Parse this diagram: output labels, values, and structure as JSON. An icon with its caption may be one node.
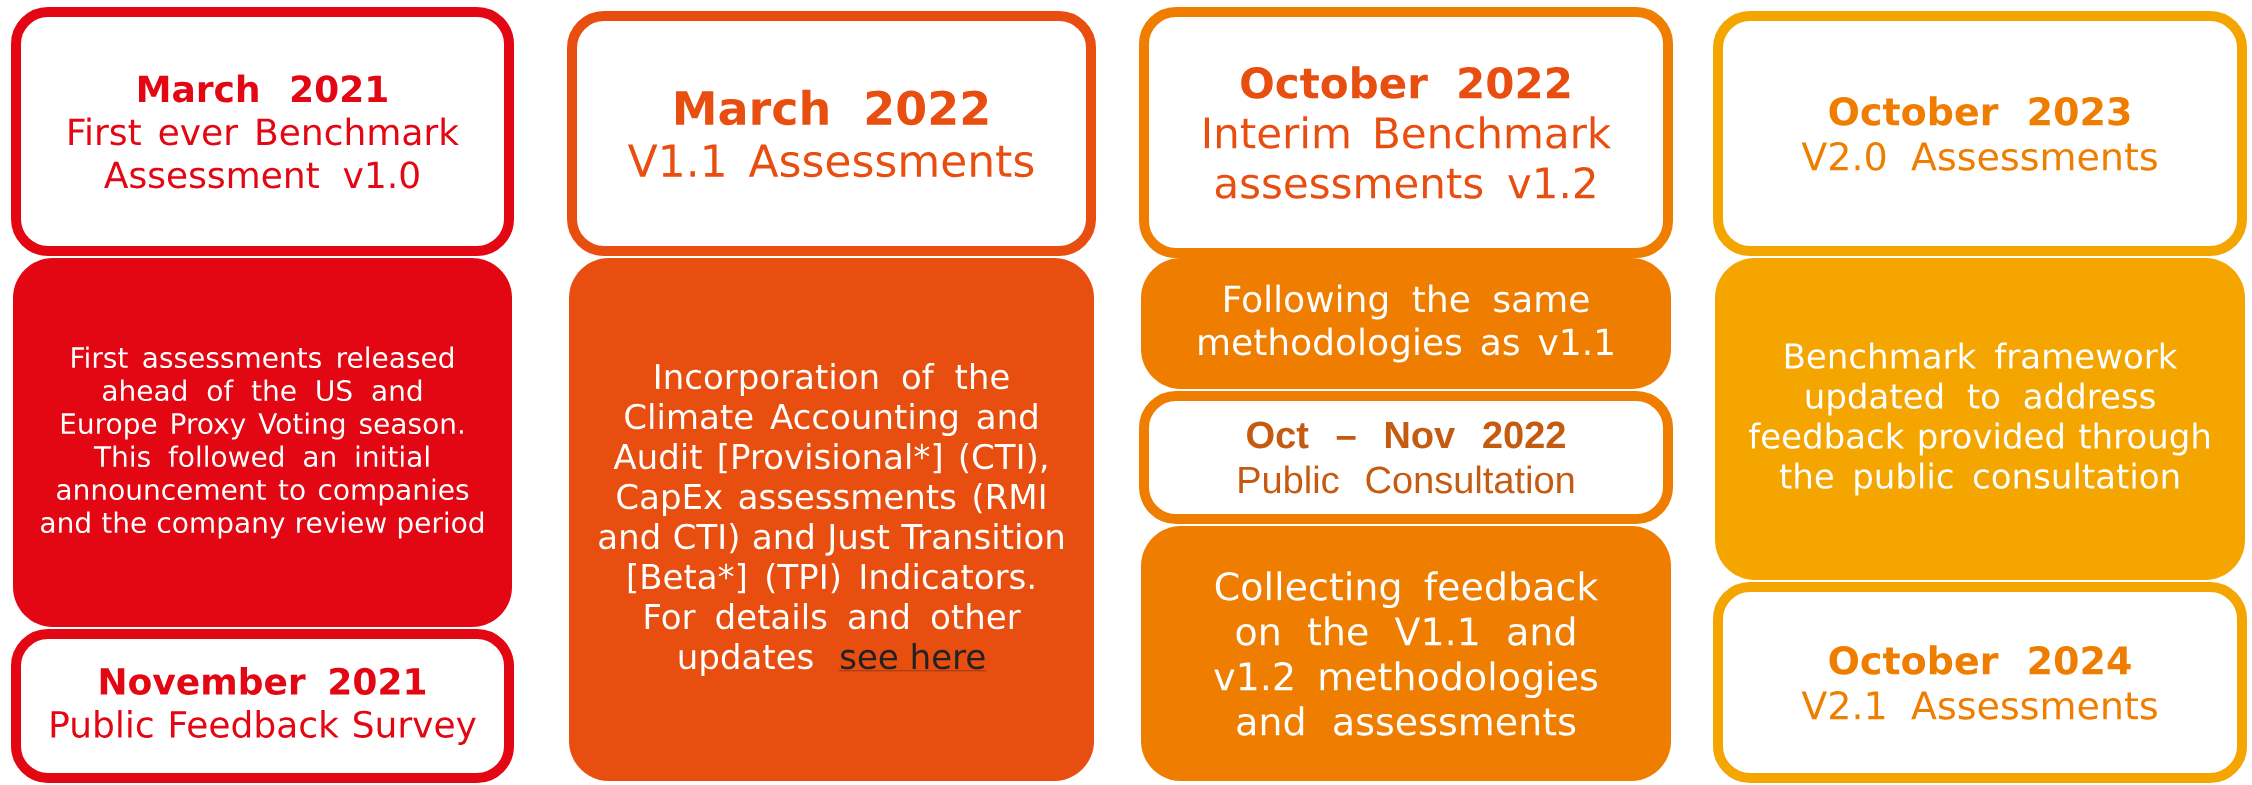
{
  "diagram": {
    "nodes": [
      {
        "text": [
          "March 2021",
          "First ever Benchmark Assessment v1.0"
        ]
      },
      {
        "text": [
          "First assessments released ahead of the US and Europe Proxy Voting season. This followed an initial announcement to companies and the company review period"
        ]
      },
      {
        "text": [
          "November 2021",
          "Public Feedback Survey"
        ]
      },
      {
        "text": [
          "March 2022",
          "V1.1 Assessments"
        ]
      },
      {
        "text": [
          "Incorporation of the Climate Accounting and Audit [Provisional*] (CTI), CapEx assessments (RMI and CTI) and Just Transition [Beta*] (TPI) Indicators.",
          "For details and other updates",
          "see here"
        ]
      },
      {
        "text": [
          "October 2022",
          "Interim Benchmark assessments v1.2"
        ]
      },
      {
        "text": [
          "Following the same methodologies as v1.1"
        ]
      },
      {
        "text": [
          "Oct – Nov 2022",
          "Public Consultation"
        ]
      },
      {
        "text": [
          "Collecting feedback on the V1.1 and v1.2 methodologies and assessments"
        ]
      },
      {
        "text": [
          "October 2023",
          "V2.0 Assessments"
        ]
      },
      {
        "text": [
          "Benchmark framework updated to address feedback provided through the public consultation"
        ]
      },
      {
        "text": [
          "October 2024",
          "V2.1 Assessments"
        ]
      }
    ]
  }
}
